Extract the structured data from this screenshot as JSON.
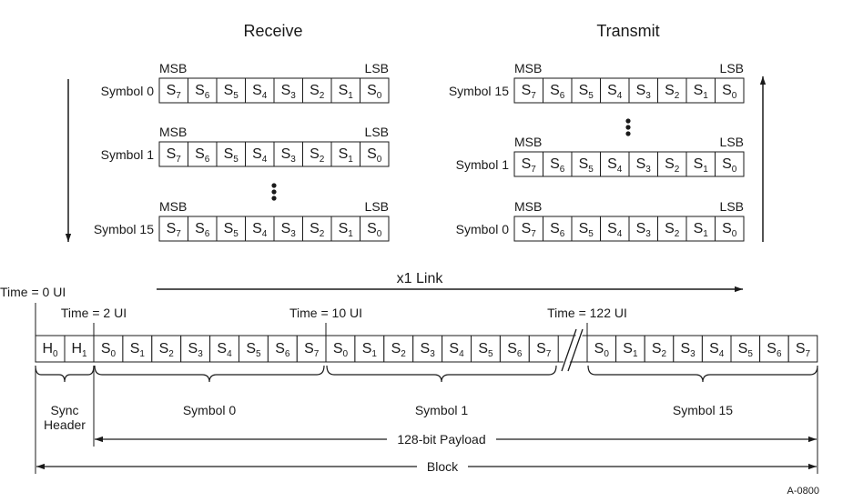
{
  "receive_title": "Receive",
  "transmit_title": "Transmit",
  "msb_label": "MSB",
  "lsb_label": "LSB",
  "symbol_prefix": "Symbol",
  "bit_prefix": "S",
  "header_prefix": "H",
  "receive_rows": [
    {
      "label": "Symbol 0"
    },
    {
      "label": "Symbol 1"
    },
    {
      "label": "Symbol 15"
    }
  ],
  "transmit_rows": [
    {
      "label": "Symbol 15"
    },
    {
      "label": "Symbol 1"
    },
    {
      "label": "Symbol 0"
    }
  ],
  "symbol_bits": [
    "7",
    "6",
    "5",
    "4",
    "3",
    "2",
    "1",
    "0"
  ],
  "link_label": "x1 Link",
  "time_labels": {
    "t0": "Time = 0 UI",
    "t2": "Time = 2 UI",
    "t10": "Time = 10 UI",
    "t122": "Time = 122 UI"
  },
  "block_header_bits": [
    "0",
    "1"
  ],
  "block_symbol_bits": [
    "0",
    "1",
    "2",
    "3",
    "4",
    "5",
    "6",
    "7"
  ],
  "brace_labels": {
    "sync_header_line1": "Sync",
    "sync_header_line2": "Header",
    "symbol0": "Symbol 0",
    "symbol1": "Symbol 1",
    "symbol15": "Symbol 15"
  },
  "payload_label": "128-bit Payload",
  "block_label": "Block",
  "figure_id": "A-0800"
}
